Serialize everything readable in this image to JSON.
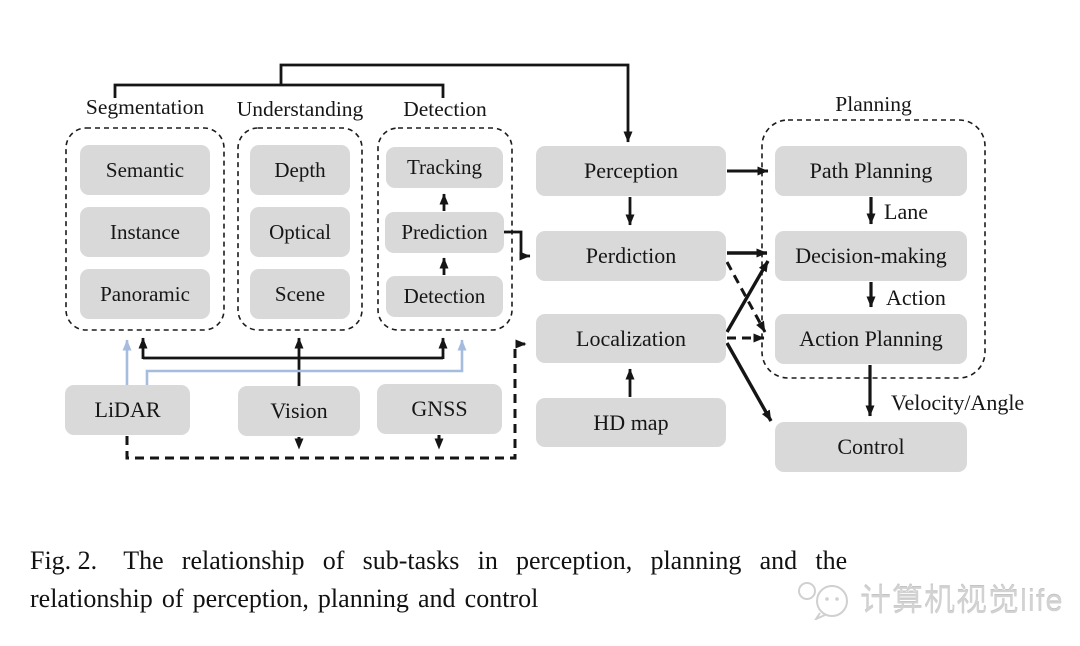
{
  "figure": {
    "groups": [
      {
        "id": "segmentation",
        "label": "Segmentation",
        "items": [
          "Semantic",
          "Instance",
          "Panoramic"
        ]
      },
      {
        "id": "understanding",
        "label": "Understanding",
        "items": [
          "Depth",
          "Optical",
          "Scene"
        ]
      },
      {
        "id": "detection",
        "label": "Detection",
        "items": [
          "Tracking",
          "Prediction",
          "Detection"
        ]
      },
      {
        "id": "planning",
        "label": "Planning",
        "items": [
          "Path Planning",
          "Decision-making",
          "Action Planning"
        ]
      }
    ],
    "pipeline": {
      "perception": "Perception",
      "prediction": "Perdiction",
      "localization": "Localization",
      "hd_map": "HD map",
      "control": "Control"
    },
    "sensors": [
      "LiDAR",
      "Vision",
      "GNSS"
    ],
    "edge_labels": {
      "lane": "Lane",
      "action": "Action",
      "velocity_angle": "Velocity/Angle"
    }
  },
  "caption": {
    "fig_label": "Fig. 2.",
    "line1": "The relationship of sub-tasks in perception, planning and the",
    "line2": "relationship of perception, planning and control"
  },
  "watermark": {
    "text": "计算机视觉life"
  },
  "palette": {
    "node_fill": "#d9d9d9",
    "line_black": "#151515",
    "line_blue": "#a6bcde",
    "watermark": "#d2d2d2"
  }
}
